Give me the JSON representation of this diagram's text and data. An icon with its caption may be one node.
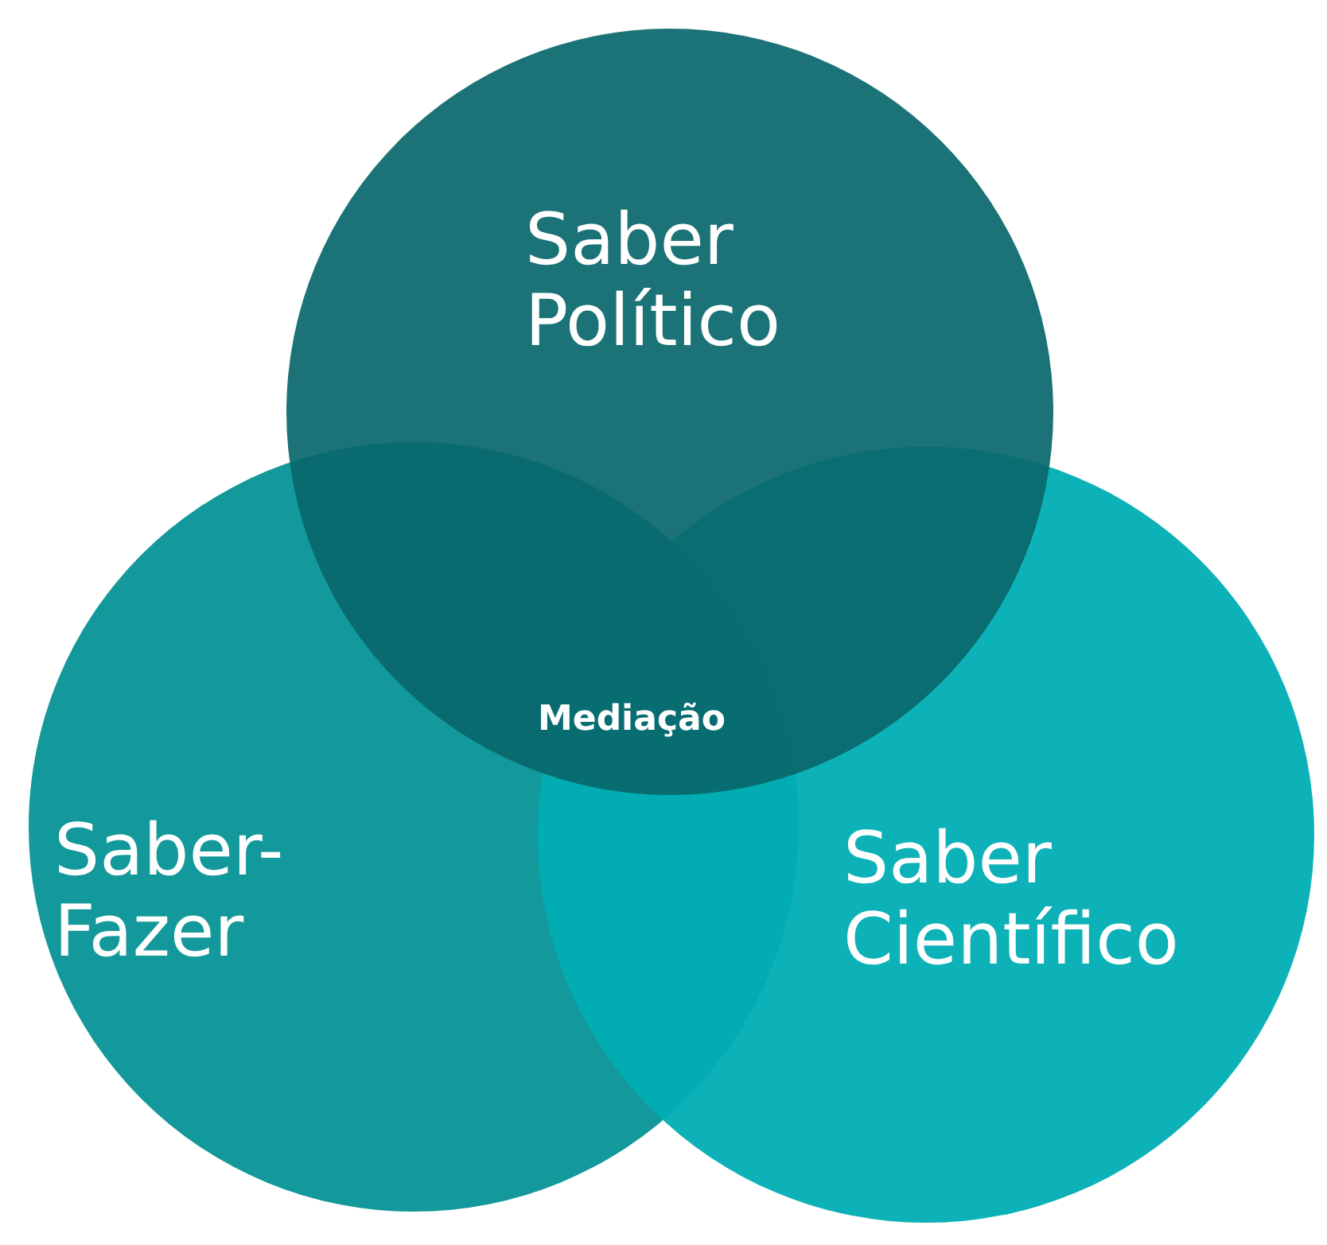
{
  "diagram": {
    "nodes": [
      {
        "text": [
          "Saber Político"
        ]
      },
      {
        "text": [
          "Saber- Fazer"
        ]
      },
      {
        "text": [
          "Saber Científico"
        ]
      }
    ],
    "labels": [
      "Mediação"
    ]
  }
}
